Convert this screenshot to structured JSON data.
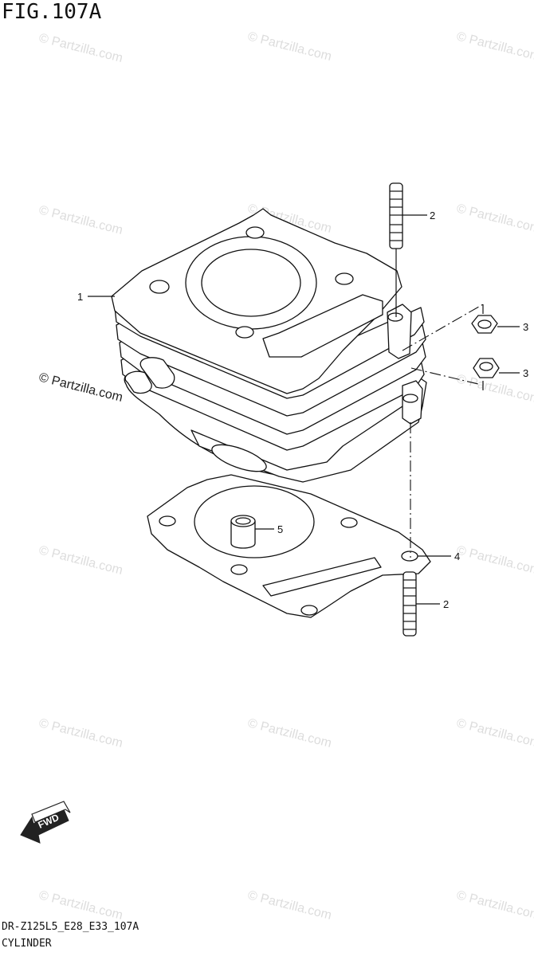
{
  "figure": {
    "title": "FIG.107A",
    "model_code": "DR-Z125L5_E28_E33_107A",
    "name": "CYLINDER"
  },
  "callouts": [
    {
      "id": "cylinder",
      "label": "1"
    },
    {
      "id": "stud-upper",
      "label": "2"
    },
    {
      "id": "nut-upper",
      "label": "3"
    },
    {
      "id": "nut-lower",
      "label": "3"
    },
    {
      "id": "gasket",
      "label": "4"
    },
    {
      "id": "dowel-pin",
      "label": "5"
    },
    {
      "id": "stud-lower",
      "label": "2"
    }
  ],
  "watermark": {
    "text": "© Partzilla.com"
  },
  "fwd_arrow": {
    "label": "FWD"
  },
  "colors": {
    "line": "#111111",
    "background": "#ffffff",
    "watermark": "#dddddd"
  }
}
